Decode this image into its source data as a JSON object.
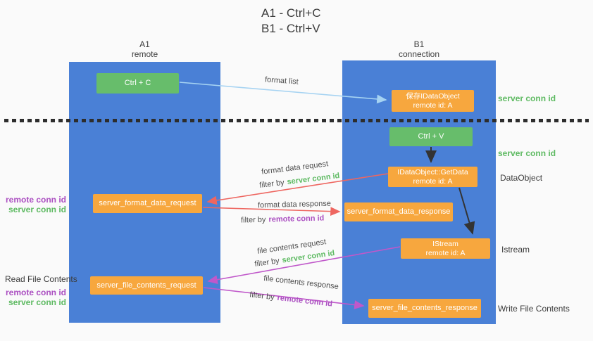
{
  "title": {
    "line1": "A1 - Ctrl+C",
    "line2": "B1 - Ctrl+V"
  },
  "lanes": {
    "a1": {
      "name": "A1",
      "role": "remote"
    },
    "b1": {
      "name": "B1",
      "role": "connection"
    }
  },
  "nodes": {
    "ctrl_c": "Ctrl + C",
    "ctrl_v": "Ctrl + V",
    "save_idataobject": {
      "line1": "保存IDataObject",
      "line2": "remote id: A"
    },
    "getdata": {
      "line1": "IDataObject::GetData",
      "line2": "remote id: A"
    },
    "istream": {
      "line1": "IStream",
      "line2": "remote id: A"
    },
    "server_format_data_request": "server_format_data_request",
    "server_format_data_response": "server_format_data_response",
    "server_file_contents_request": "server_file_contents_request",
    "server_file_contents_response": "server_file_contents_response"
  },
  "edge_labels": {
    "format_list": "format list",
    "format_data_request": "format data request",
    "format_data_response": "format data response",
    "file_contents_request": "file contents request",
    "file_contents_response": "file contents response",
    "filter_by": "filter by",
    "server_conn_id": "server conn id",
    "remote_conn_id": "remote conn id"
  },
  "side_labels": {
    "server_conn_id": "server conn id",
    "remote_conn_id": "remote conn id",
    "dataobject": "DataObject",
    "istream": "Istream",
    "read_file_contents": "Read File Contents",
    "write_file_contents": "Write File Contents"
  },
  "colors": {
    "lane_blue": "#4a80d6",
    "node_green": "#67bd6b",
    "node_orange": "#f7a73e",
    "arrow_light_blue": "#a6d3f2",
    "arrow_red": "#ee6660",
    "arrow_purple": "#c058ca",
    "arrow_black": "#333333",
    "text_green": "#5eba62",
    "text_purple": "#ab4fc1",
    "text_dark": "#3c3c3c",
    "text_gray": "#4d4d4d",
    "background": "#fafafa"
  }
}
